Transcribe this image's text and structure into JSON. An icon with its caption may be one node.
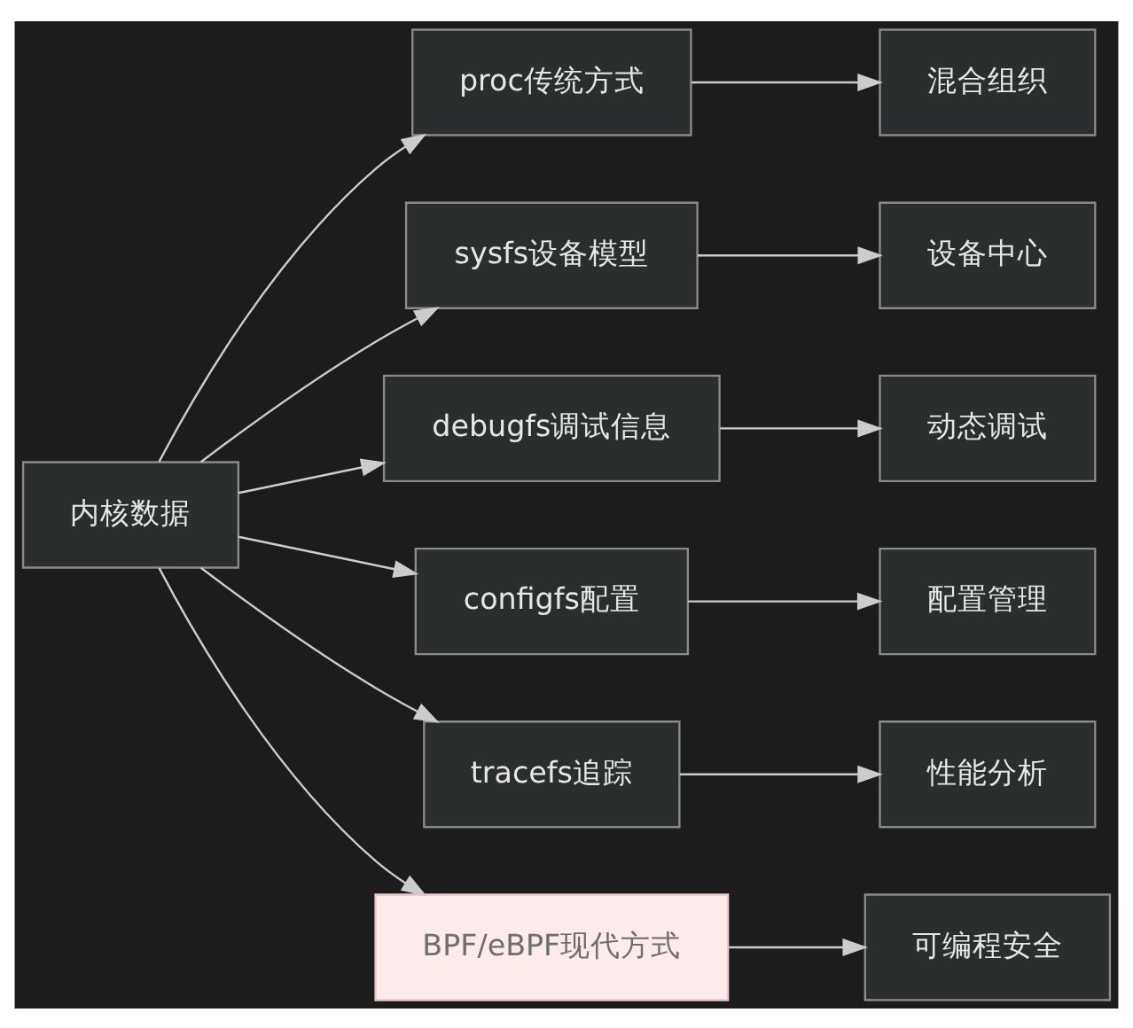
{
  "diagram": {
    "nodes": [
      {
        "text": [
          "内核数据"
        ]
      },
      {
        "text": [
          "proc传统方式"
        ]
      },
      {
        "text": [
          "混合组织"
        ]
      },
      {
        "text": [
          "sysfs设备模型"
        ]
      },
      {
        "text": [
          "设备中心"
        ]
      },
      {
        "text": [
          "debugfs调试信息"
        ]
      },
      {
        "text": [
          "动态调试"
        ]
      },
      {
        "text": [
          "configfs配置"
        ]
      },
      {
        "text": [
          "配置管理"
        ]
      },
      {
        "text": [
          "tracefs追踪"
        ]
      },
      {
        "text": [
          "性能分析"
        ]
      },
      {
        "text": [
          "BPF/eBPF现代方式"
        ]
      },
      {
        "text": [
          "可编程安全"
        ]
      }
    ],
    "edges": [
      {
        "from": 0,
        "to": 1,
        "arrow": "to"
      },
      {
        "from": 0,
        "to": 3,
        "arrow": "to"
      },
      {
        "from": 0,
        "to": 5,
        "arrow": "to"
      },
      {
        "from": 0,
        "to": 7,
        "arrow": "to"
      },
      {
        "from": 0,
        "to": 9,
        "arrow": "to"
      },
      {
        "from": 0,
        "to": 11,
        "arrow": "to"
      },
      {
        "from": 1,
        "to": 2,
        "arrow": "to"
      },
      {
        "from": 3,
        "to": 4,
        "arrow": "to"
      },
      {
        "from": 5,
        "to": 6,
        "arrow": "to"
      },
      {
        "from": 7,
        "to": 8,
        "arrow": "to"
      },
      {
        "from": 9,
        "to": 10,
        "arrow": "to"
      },
      {
        "from": 11,
        "to": 12,
        "arrow": "to"
      }
    ]
  }
}
